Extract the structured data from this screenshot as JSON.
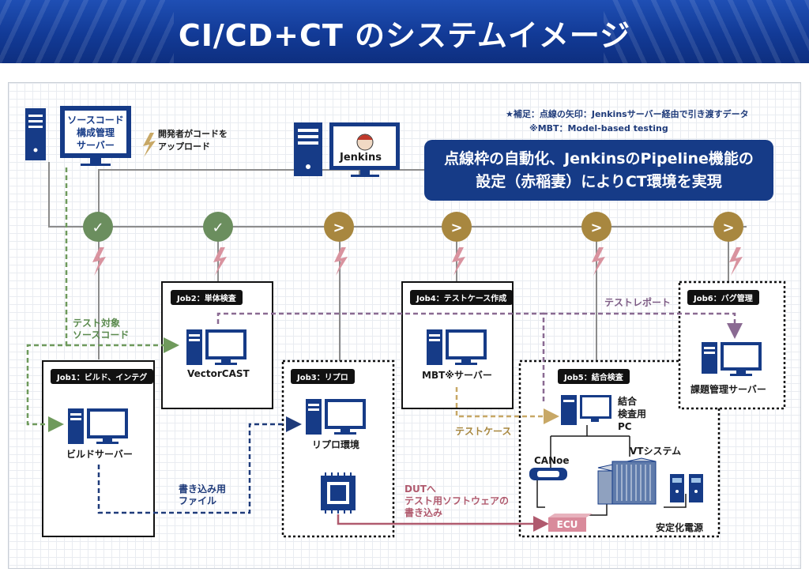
{
  "header": {
    "title": "CI/CD+CT のシステムイメージ"
  },
  "notes": {
    "line1": "★補足：点線の矢印：Jenkinsサーバー経由で引き渡すデータ",
    "line2": "※MBT：Model-based testing"
  },
  "callout": {
    "line1": "点線枠の自動化、JenkinsのPipeline機能の",
    "line2": "設定（赤稲妻）によりCT環境を実現"
  },
  "source_server": {
    "line1": "ソースコード",
    "line2": "構成管理",
    "line3": "サーバー"
  },
  "upload": {
    "line1": "開発者がコードを",
    "line2": "アップロード"
  },
  "jenkins": {
    "label": "Jenkins"
  },
  "pipeline": {
    "stages": [
      {
        "symbol": "✓",
        "state": "done"
      },
      {
        "symbol": "✓",
        "state": "done"
      },
      {
        "symbol": ">",
        "state": "pending"
      },
      {
        "symbol": ">",
        "state": "pending"
      },
      {
        "symbol": ">",
        "state": "pending"
      },
      {
        "symbol": ">",
        "state": "pending"
      }
    ]
  },
  "jobs": {
    "job1": {
      "tag": "Job1：ビルド、インテグ",
      "label": "ビルドサーバー"
    },
    "job2": {
      "tag": "Job2：単体検査",
      "label": "VectorCAST"
    },
    "job3": {
      "tag": "Job3：リプロ",
      "label": "リプロ環境"
    },
    "job4": {
      "tag": "Job4：テストケース作成",
      "label": "MBT※サーバー"
    },
    "job5": {
      "tag": "Job5：結合検査",
      "pc_line1": "結合",
      "pc_line2": "検査用",
      "pc_line3": "PC",
      "canoe": "CANoe",
      "vt": "VTシステム",
      "ecu": "ECU",
      "power": "安定化電源"
    },
    "job6": {
      "tag": "Job6：バグ管理",
      "label": "課題管理サーバー"
    }
  },
  "annotations": {
    "test_target_1": "テスト対象",
    "test_target_2": "ソースコード",
    "write_file_1": "書き込み用",
    "write_file_2": "ファイル",
    "dut_1": "DUTへ",
    "dut_2": "テスト用ソフトウェアの",
    "dut_3": "書き込み",
    "test_case": "テストケース",
    "test_report": "テストレポート"
  },
  "colors": {
    "banner": "#163b87",
    "done": "#6b8e5e",
    "pending": "#a8873f",
    "green_arrow": "#6f9a5c",
    "blue_arrow": "#1f3b7a",
    "tan_arrow": "#c8a866",
    "purple_arrow": "#8a6a92",
    "red_arrow": "#b05a6e",
    "bolt": "#d9939f"
  }
}
